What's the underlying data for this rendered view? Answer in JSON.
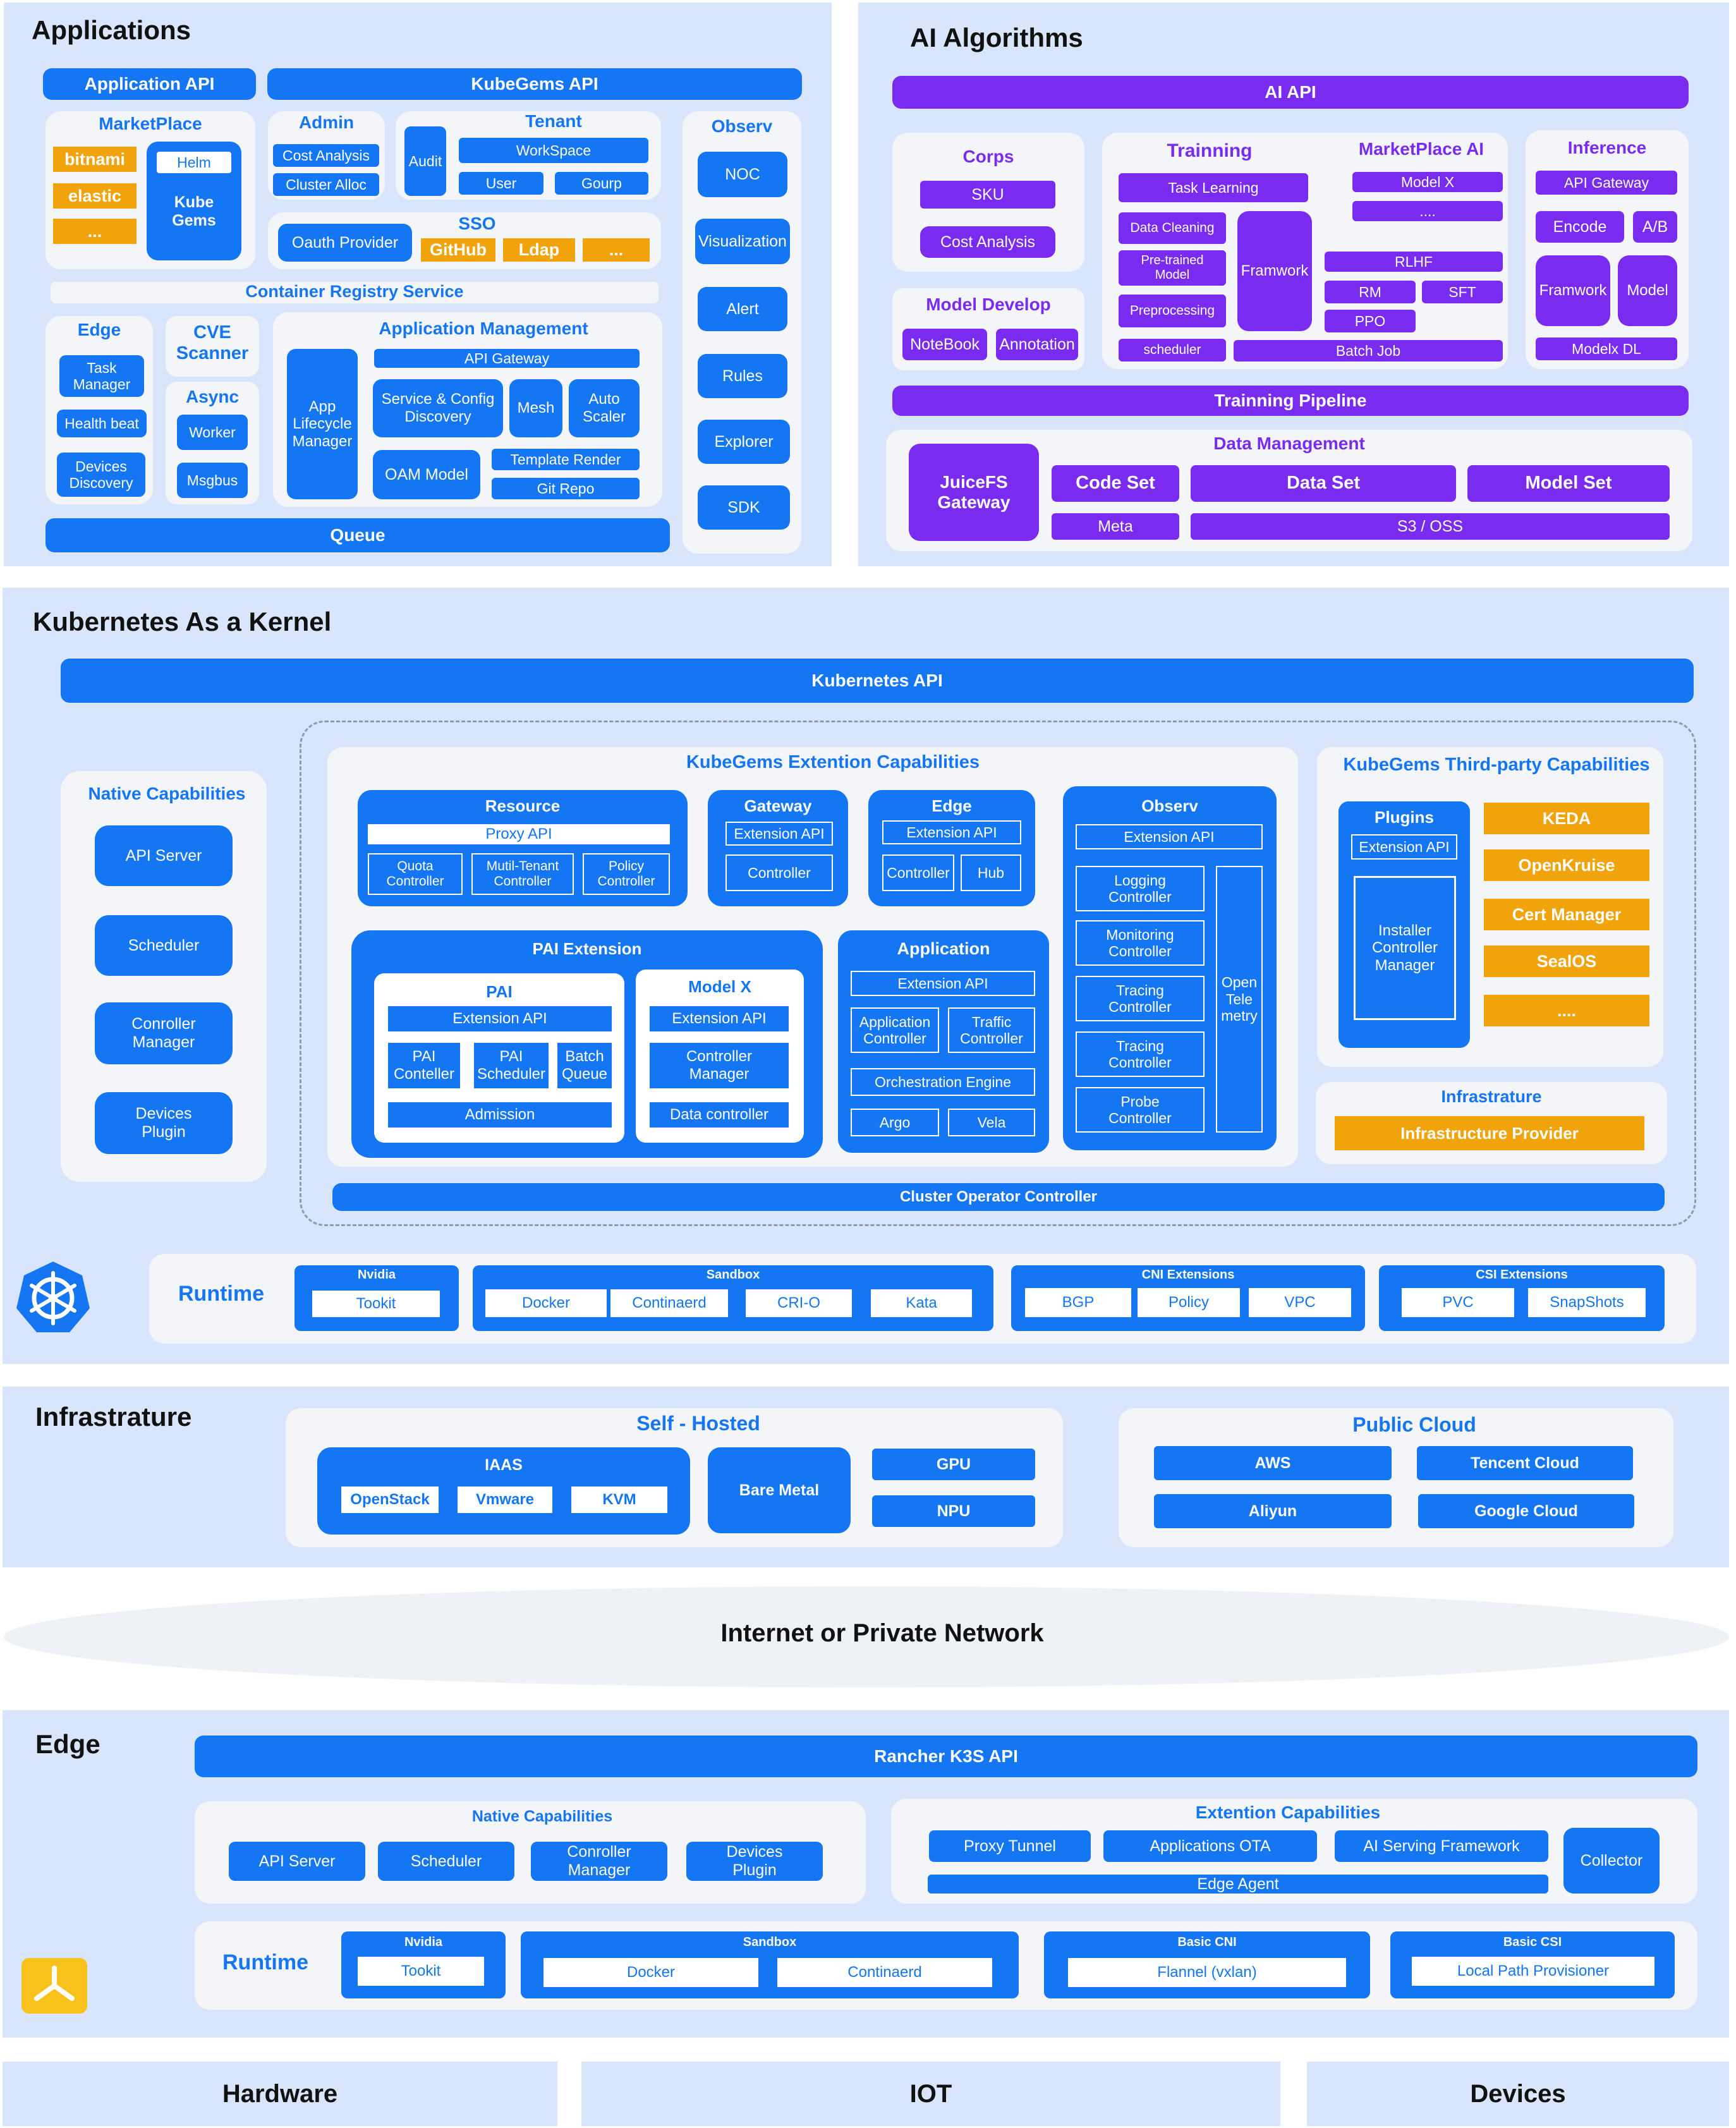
{
  "colors": {
    "blue": "#1476f2",
    "purple": "#7a2bf0",
    "orange": "#f0a30a",
    "panel": "#d8e5fb",
    "card": "#f3f5f9"
  },
  "applications": {
    "title": "Applications",
    "application_api": "Application  API",
    "kubegems_api": "KubeGems API",
    "marketplace": {
      "title": "MarketPlace",
      "bitnami": "bitnami",
      "elastic": "elastic",
      "more": "...",
      "helm": "Helm",
      "kube_gems": "Kube\nGems"
    },
    "admin": {
      "title": "Admin",
      "cost_analysis": "Cost Analysis",
      "cluster_alloc": "Cluster Alloc"
    },
    "tenant": {
      "title": "Tenant",
      "audit": "Audit",
      "workspace": "WorkSpace",
      "user": "User",
      "group": "Gourp"
    },
    "sso": {
      "title": "SSO",
      "oauth_provider": "Oauth Provider",
      "github": "GitHub",
      "ldap": "Ldap",
      "more": "..."
    },
    "container_registry": "Container Registry Service",
    "edge": {
      "title": "Edge",
      "task_manager": "Task\nManager",
      "health_beat": "Health beat",
      "devices_discovery": "Devices\nDiscovery"
    },
    "cve_scanner": "CVE\nScanner",
    "async": {
      "title": "Async",
      "worker": "Worker",
      "msgbus": "Msgbus"
    },
    "app_management": {
      "title": "Application Management",
      "app_lifecycle": "App\nLifecycle\nManager",
      "api_gateway": "API Gateway",
      "service_config": "Service & Config\nDiscovery",
      "mesh": "Mesh",
      "auto_scaler": "Auto\nScaler",
      "oam_model": "OAM Model",
      "template_render": "Template Render",
      "git_repo": "Git Repo"
    },
    "queue": "Queue",
    "observ": {
      "title": "Observ",
      "items": [
        "NOC",
        "Visualization",
        "Alert",
        "Rules",
        "Explorer",
        "SDK"
      ]
    }
  },
  "ai": {
    "title": "AI Algorithms",
    "ai_api": "AI API",
    "corps": {
      "title": "Corps",
      "sku": "SKU",
      "cost_analysis": "Cost Analysis"
    },
    "model_develop": {
      "title": "Model Develop",
      "notebook": "NoteBook",
      "annotation": "Annotation"
    },
    "training": {
      "title": "Trainning",
      "task_learning": "Task Learning",
      "data_cleaning": "Data Cleaning",
      "pretrained": "Pre-trained\nModel",
      "preprocessing": "Preprocessing",
      "scheduler": "scheduler",
      "framwork": "Framwork",
      "rlhf": "RLHF",
      "rm": "RM",
      "sft": "SFT",
      "ppo": "PPO",
      "batch_job": "Batch Job"
    },
    "marketplace_ai": {
      "title": "MarketPlace AI",
      "model_x": "Model X",
      "more": "...."
    },
    "inference": {
      "title": "Inference",
      "api_gateway": "API Gateway",
      "encode": "Encode",
      "ab": "A/B",
      "framwork": "Framwork",
      "model": "Model",
      "modelx_dl": "Modelx DL"
    },
    "training_pipeline": "Trainning Pipeline",
    "data_management": {
      "title": "Data Management",
      "juicefs": "JuiceFS\nGateway",
      "code_set": "Code Set",
      "data_set": "Data Set",
      "model_set": "Model Set",
      "meta": "Meta",
      "s3": "S3  / OSS"
    }
  },
  "kernel": {
    "title": "Kubernetes As a Kernel",
    "k8s_api": "Kubernetes API",
    "native": {
      "title": "Native Capabilities",
      "items": [
        "API Server",
        "Scheduler",
        "Conroller\nManager",
        "Devices\nPlugin"
      ]
    },
    "ext": {
      "title": "KubeGems Extention Capabilities",
      "resource": {
        "title": "Resource",
        "proxy_api": "Proxy API",
        "quota": "Quota\nController",
        "multi_tenant": "Mutil-Tenant\nController",
        "policy": "Policy\nController"
      },
      "gateway": {
        "title": "Gateway",
        "ext_api": "Extension API",
        "controller": "Controller"
      },
      "edge": {
        "title": "Edge",
        "ext_api": "Extension API",
        "controller": "Controller",
        "hub": "Hub"
      },
      "observ": {
        "title": "Observ",
        "ext_api": "Extension API",
        "logging": "Logging\nController",
        "monitoring": "Monitoring\nController",
        "tracing1": "Tracing\nController",
        "tracing2": "Tracing\nController",
        "probe": "Probe\nController",
        "otel": "Open\nTele\nmetry"
      },
      "pai_ext": {
        "title": "PAI Extension",
        "pai": {
          "title": "PAI",
          "ext_api": "Extension API",
          "controller": "PAI\nConteller",
          "scheduler": "PAI\nScheduler",
          "batch": "Batch\nQueue",
          "admission": "Admission"
        },
        "modelx": {
          "title": "Model X",
          "ext_api": "Extension API",
          "controller_manager": "Controller\nManager",
          "data_controller": "Data controller"
        }
      },
      "application": {
        "title": "Application",
        "ext_api": "Extension API",
        "app_controller": "Application\nController",
        "traffic": "Traffic\nController",
        "orchestration": "Orchestration Engine",
        "argo": "Argo",
        "vela": "Vela"
      },
      "cluster_operator": "Cluster  Operator  Controller"
    },
    "third": {
      "title": "KubeGems Third-party Capabilities",
      "plugins": {
        "title": "Plugins",
        "ext_api": "Extension API",
        "installer": "Installer\nController\nManager"
      },
      "items": [
        "KEDA",
        "OpenKruise",
        "Cert Manager",
        "SealOS",
        "...."
      ]
    },
    "infra": {
      "title": "Infrastrature",
      "provider": "Infrastructure Provider"
    },
    "runtime": {
      "title": "Runtime",
      "nvidia": {
        "title": "Nvidia",
        "items": [
          "Tookit"
        ]
      },
      "sandbox": {
        "title": "Sandbox",
        "items": [
          "Docker",
          "Continaerd",
          "CRI-O",
          "Kata"
        ]
      },
      "cni": {
        "title": "CNI Extensions",
        "items": [
          "BGP",
          "Policy",
          "VPC"
        ]
      },
      "csi": {
        "title": "CSI Extensions",
        "items": [
          "PVC",
          "SnapShots"
        ]
      }
    }
  },
  "infrastructure": {
    "title": "Infrastrature",
    "self_hosted": {
      "title": "Self - Hosted",
      "iaas": "IAAS",
      "iaas_items": [
        "OpenStack",
        "Vmware",
        "KVM"
      ],
      "bare_metal": "Bare Metal",
      "gpu": "GPU",
      "npu": "NPU"
    },
    "public_cloud": {
      "title": "Public Cloud",
      "aws": "AWS",
      "tencent": "Tencent Cloud",
      "aliyun": "Aliyun",
      "google": "Google Cloud"
    }
  },
  "network": "Internet or Private Network",
  "edge": {
    "title": "Edge",
    "k3s_api": "Rancher K3S API",
    "native": {
      "title": "Native Capabilities",
      "items": [
        "API Server",
        "Scheduler",
        "Conroller\nManager",
        "Devices\nPlugin"
      ]
    },
    "ext": {
      "title": "Extention Capabilities",
      "proxy_tunnel": "Proxy Tunnel",
      "apps_ota": "Applications  OTA",
      "ai_serving": "AI Serving Framework",
      "collector": "Collector",
      "edge_agent": "Edge Agent"
    },
    "runtime": {
      "title": "Runtime",
      "nvidia": {
        "title": "Nvidia",
        "items": [
          "Tookit"
        ]
      },
      "sandbox": {
        "title": "Sandbox",
        "items": [
          "Docker",
          "Continaerd"
        ]
      },
      "cni": {
        "title": "Basic CNI",
        "items": [
          "Flannel (vxlan)"
        ]
      },
      "csi": {
        "title": "Basic CSI",
        "items": [
          "Local Path Provisioner"
        ]
      }
    }
  },
  "bottom": {
    "hardware": "Hardware",
    "iot": "IOT",
    "devices": "Devices"
  },
  "icons": {
    "kubernetes": "kubernetes-logo-icon",
    "k3s": "k3s-logo-icon"
  }
}
